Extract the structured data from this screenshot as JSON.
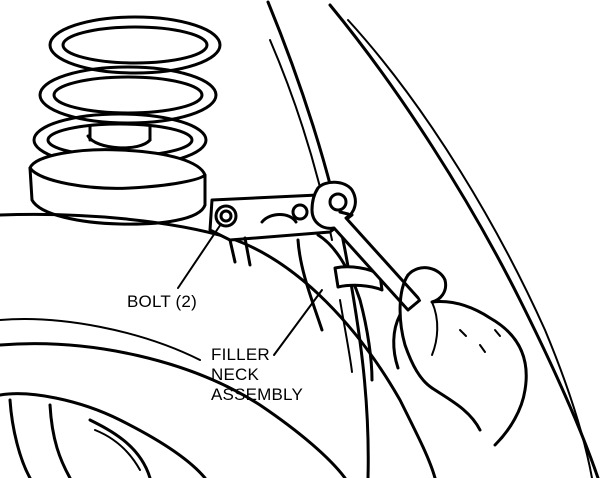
{
  "labels": {
    "bolt": "BOLT (2)",
    "filler_neck": [
      "FILLER",
      "NECK",
      "ASSEMBLY"
    ]
  },
  "colors": {
    "ink": "#000000",
    "paper": "#ffffff"
  }
}
